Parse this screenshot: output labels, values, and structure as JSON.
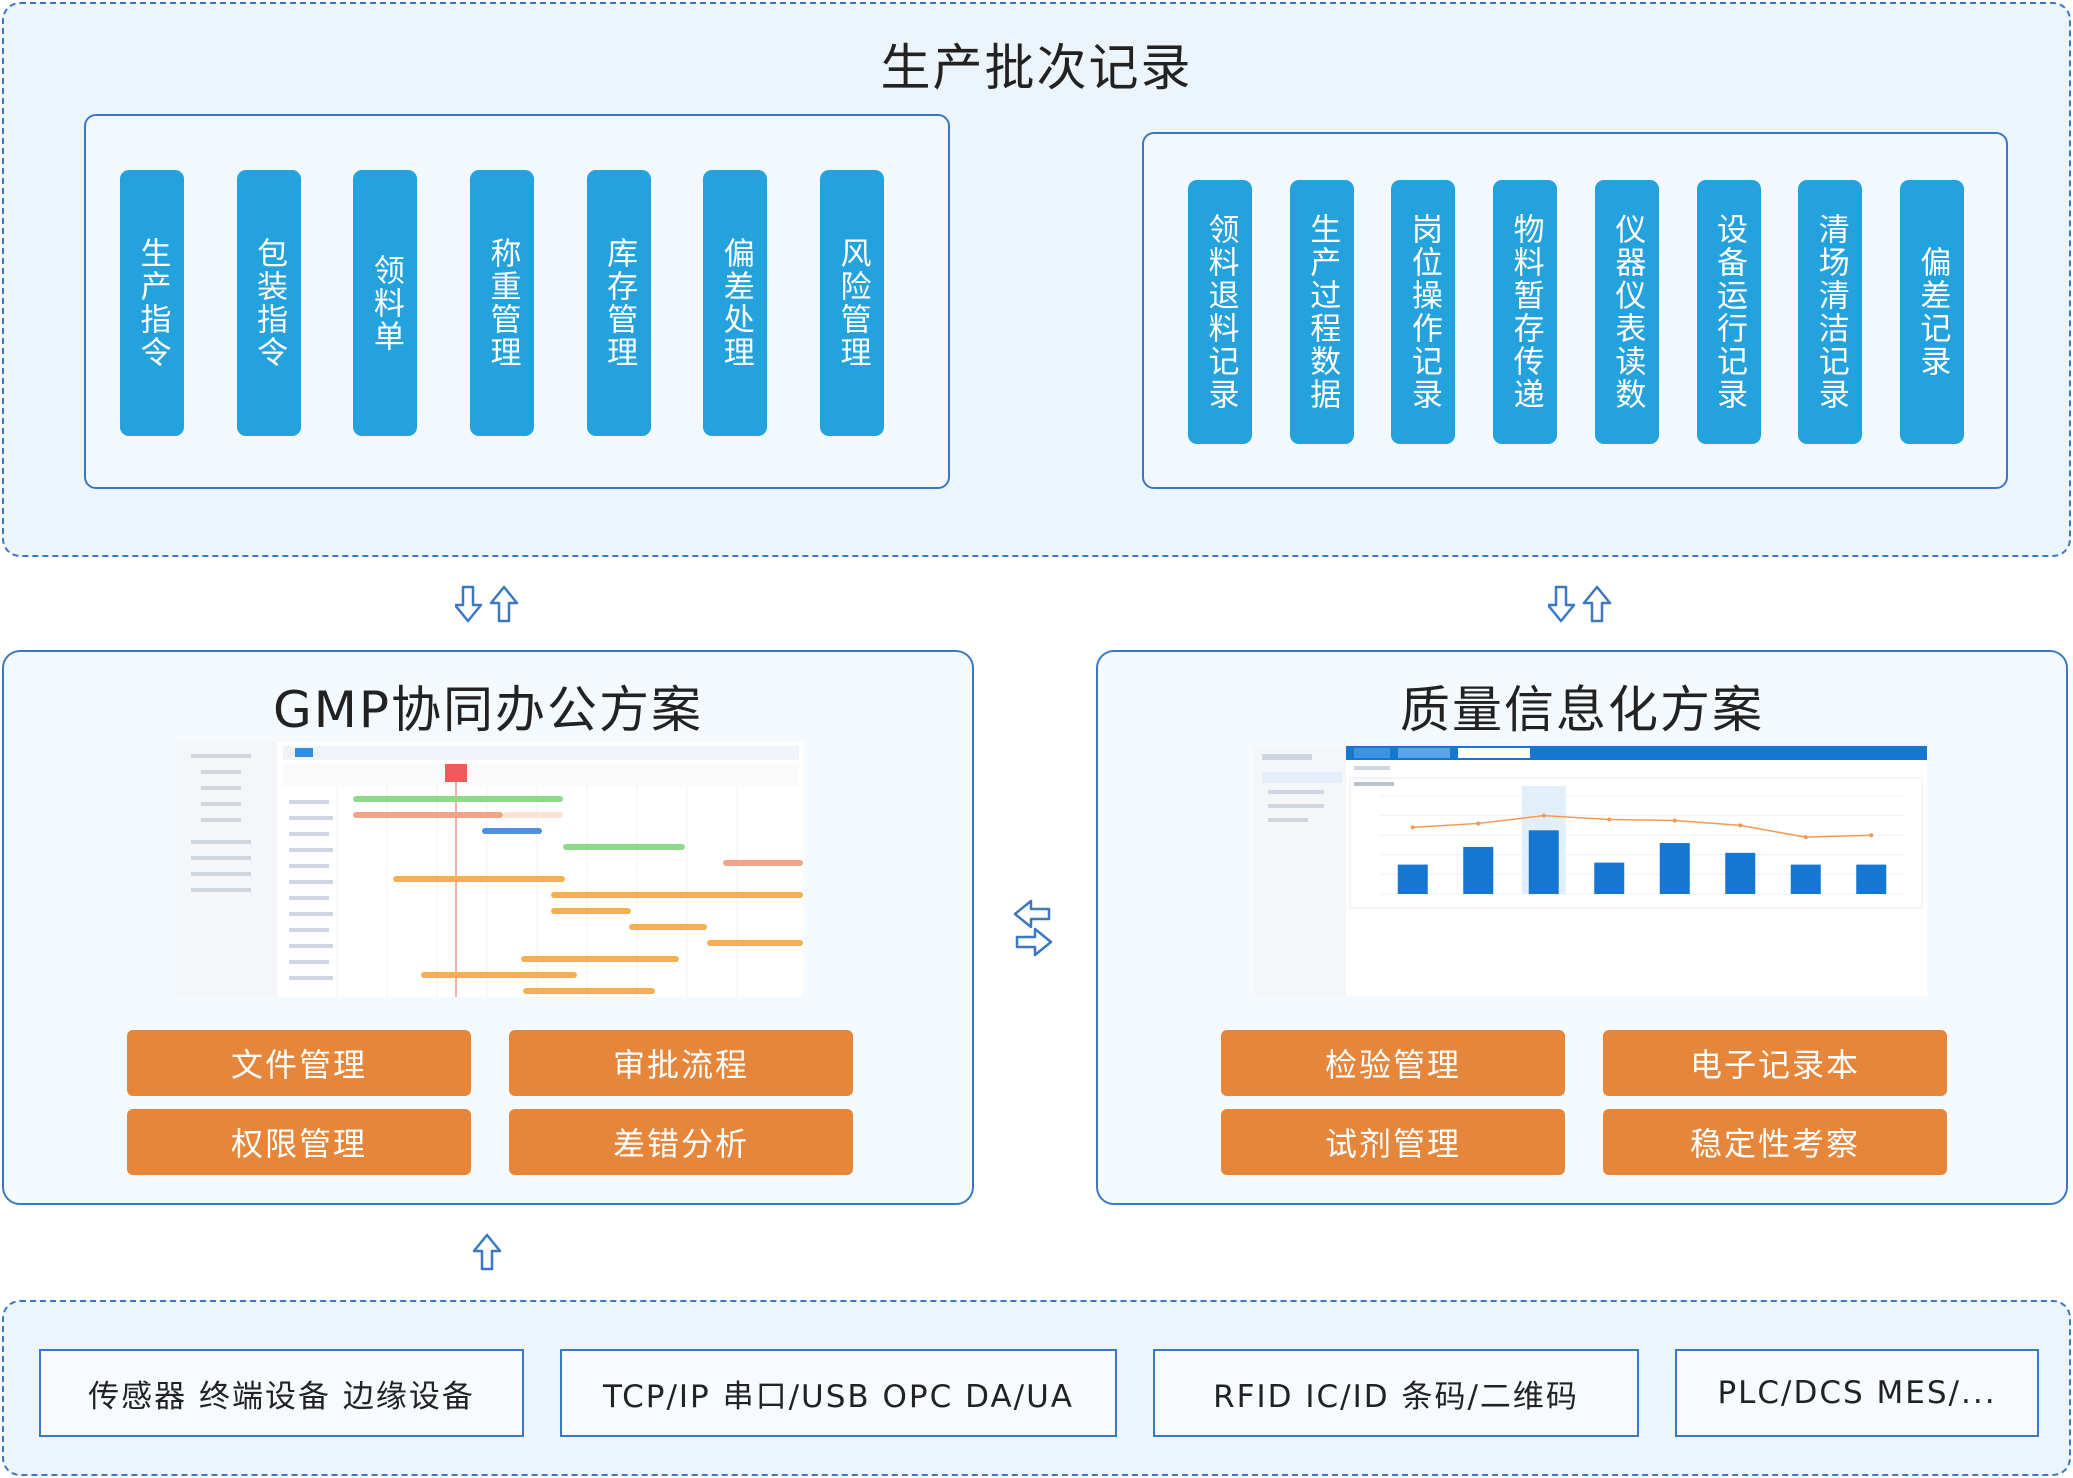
{
  "top": {
    "title": "生产批次记录",
    "left_items": [
      "生产指令",
      "包装指令",
      "领料单",
      "称重管理",
      "库存管理",
      "偏差处理",
      "风险管理"
    ],
    "right_items": [
      "领料退料记录",
      "生产过程数据",
      "岗位操作记录",
      "物料暂存传递",
      "仪器仪表读数",
      "设备运行记录",
      "清场清洁记录",
      "偏差记录"
    ]
  },
  "gmp": {
    "title": "GMP协同办公方案",
    "buttons": [
      "文件管理",
      "审批流程",
      "权限管理",
      "差错分析"
    ]
  },
  "quality": {
    "title": "质量信息化方案",
    "buttons": [
      "检验管理",
      "电子记录本",
      "试剂管理",
      "稳定性考察"
    ],
    "mini_chart_data": {
      "type": "bar",
      "bars": [
        30,
        48,
        65,
        32,
        52,
        42,
        30,
        30
      ],
      "line": [
        68,
        72,
        80,
        76,
        75,
        70,
        58,
        60
      ]
    }
  },
  "bottom": {
    "items": [
      "传感器  终端设备  边缘设备",
      "TCP/IP  串口/USB  OPC DA/UA",
      "RFID  IC/ID  条码/二维码",
      "PLC/DCS  MES/..."
    ]
  },
  "colors": {
    "accent_blue": "#24a2dd",
    "orange": "#e5863b",
    "border_blue": "#3b78c4"
  }
}
